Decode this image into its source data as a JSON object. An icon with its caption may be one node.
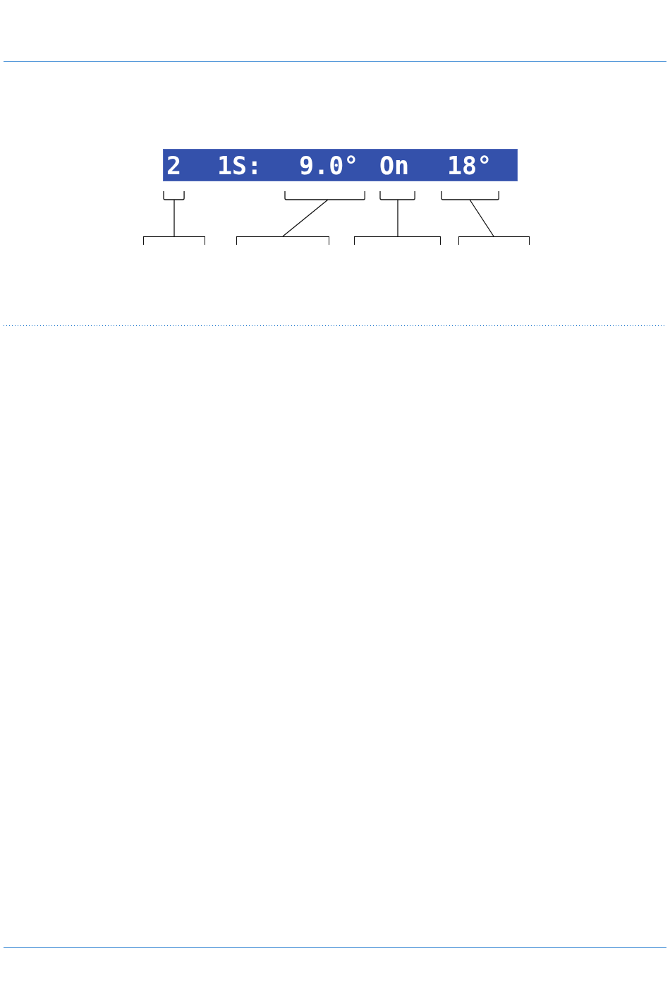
{
  "diagram": {
    "nodes": [
      {
        "text": [],
        "shape": "box"
      },
      {
        "text": [
          "2"
        ],
        "in": 0
      },
      {
        "text": [
          "1S:"
        ],
        "in": 0
      },
      {
        "text": [
          "9.0°"
        ],
        "in": 0
      },
      {
        "text": [
          "On"
        ],
        "in": 0
      },
      {
        "text": [
          "18°"
        ],
        "in": 0
      },
      {
        "text": [],
        "shape": "bracket"
      },
      {
        "text": [],
        "shape": "bracket"
      },
      {
        "text": [],
        "shape": "bracket"
      },
      {
        "text": [],
        "shape": "bracket"
      }
    ],
    "edges": [
      {
        "from": 6,
        "to": 1,
        "arrow": "none"
      },
      {
        "from": 7,
        "to": 3,
        "arrow": "none"
      },
      {
        "from": 8,
        "to": 4,
        "arrow": "none"
      },
      {
        "from": 9,
        "to": 5,
        "arrow": "none"
      }
    ]
  }
}
